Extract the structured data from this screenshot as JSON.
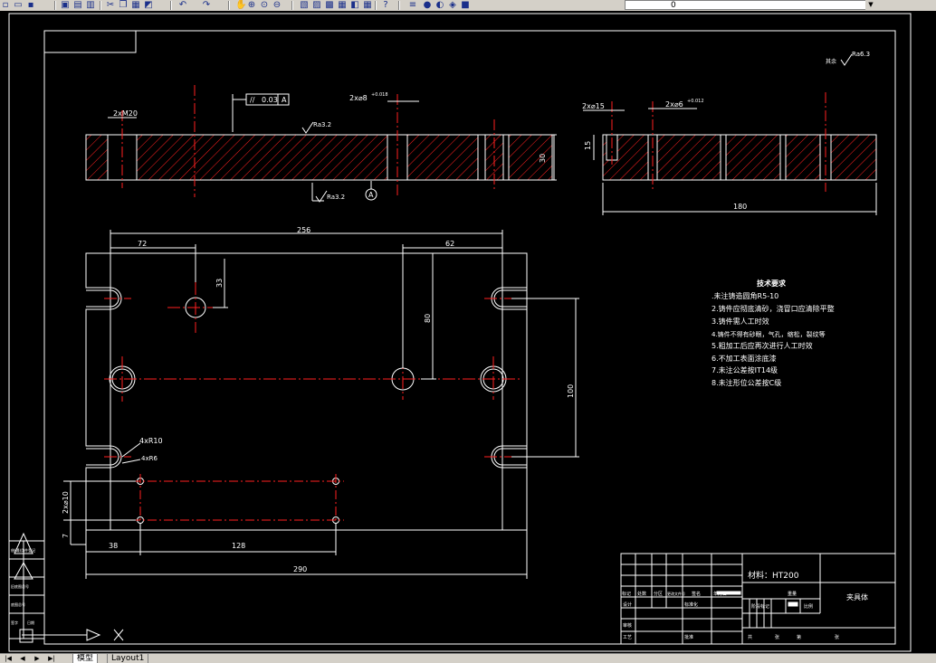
{
  "toolbar": {
    "icons": [
      "new-icon",
      "open-icon",
      "save-icon",
      "print-icon",
      "preview-icon",
      "publish-icon",
      "cut-icon",
      "copy-icon",
      "paste-icon",
      "match-icon",
      "undo-icon",
      "redo-icon",
      "pan-icon",
      "zoom-realtime-icon",
      "zoom-window-icon",
      "zoom-previous-icon",
      "properties-icon",
      "design-center-icon",
      "tool-palette-icon",
      "sheet-set-icon",
      "markup-icon",
      "calculator-icon",
      "help-icon",
      "layer-manager-icon",
      "light-bulb-icon",
      "sun-icon",
      "lock-icon",
      "color-square-icon"
    ],
    "layer_value": "0"
  },
  "drawing": {
    "title_block": {
      "material": "材料：HT200",
      "part_name": "夹具体",
      "headers": [
        "标记",
        "处数",
        "分区",
        "更改文件号",
        "签名",
        "年月日"
      ],
      "rows": [
        "设计",
        "标准化",
        "审核",
        "工艺",
        "批准"
      ],
      "stage": "阶段标记",
      "weight": "重量",
      "scale": "比例",
      "sheets": [
        "共",
        "张",
        "第",
        "张"
      ]
    },
    "tech_requirements": {
      "title": "技术要求",
      "items": [
        ".未注铸造圆角R5-10",
        "2.铸件应彻底清砂，浇冒口应清除平整",
        "3.铸件需人工时效",
        "4.铸件不得有砂眼，气孔，缩松，裂纹等",
        "5.粗加工后应再次进行人工时效",
        "6.不加工表面涂底漆",
        "7.未注公差按IT14级",
        "8.未注形位公差按C级"
      ]
    },
    "roughness_other": "其余",
    "roughness_values": [
      "Ra6.3",
      "Ra3.2",
      "Ra3.2"
    ],
    "dims": {
      "d1": "2xM20",
      "d2": "2x⌀8",
      "d2_tol": "+0.018",
      "flatness": "0.03",
      "datum": "A",
      "thickness": "30",
      "d3": "2x⌀15",
      "d4": "2x⌀6",
      "d4_tol": "+0.012",
      "side_h": "15",
      "side_w": "180",
      "width_top": "256",
      "x72": "72",
      "x62": "62",
      "y33": "33",
      "y80": "80",
      "y100": "100",
      "slot_r": "4xR10",
      "slot_r2": "4xR6",
      "pin": "2x⌀10",
      "x38": "38",
      "x128": "128",
      "width_bot": "290",
      "y7": "7"
    },
    "side_table": [
      "借(通)用件登记",
      "旧底图总号",
      "底图总号",
      "签字",
      "日期"
    ]
  },
  "tabs": {
    "model": "模型",
    "layout": "Layout1"
  },
  "colors": {
    "background": "#000000",
    "centerline": "#ff2020",
    "geometry": "#ffffff",
    "hatch": "#ff2020"
  }
}
